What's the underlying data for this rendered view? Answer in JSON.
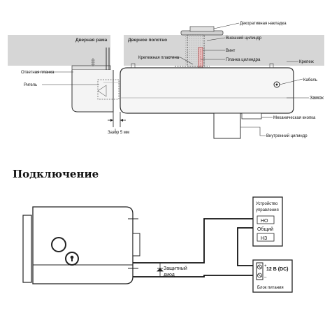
{
  "top_diagram": {
    "door_frame": "Дверная рама",
    "door_leaf": "Дверное полотно",
    "decor_cover": "Декоративная накладка",
    "outer_cylinder": "Внешний цилиндр",
    "screw": "Винт",
    "mounting_plate": "Крепежная пластина",
    "cylinder_plate": "Планка цилиндра",
    "strike_plate": "Ответная планка",
    "fastener": "Крепеж",
    "bolt": "Ригель",
    "cable": "Кабель",
    "lock": "Замок",
    "mech_button": "Механическая кнопка",
    "gap": "Зазор 5 мм",
    "inner_cylinder": "Внутренний цилиндр"
  },
  "section_title": "Подключение",
  "wiring": {
    "control_device_line1": "Устройство",
    "control_device_line2": "управления",
    "no": "НО",
    "common": "Общий",
    "nc": "НЗ",
    "diode_line1": "Защитный",
    "diode_line2": "диод",
    "voltage": "12 В (DC)",
    "plus": "+",
    "minus": "–",
    "psu": "Блок питания"
  }
}
